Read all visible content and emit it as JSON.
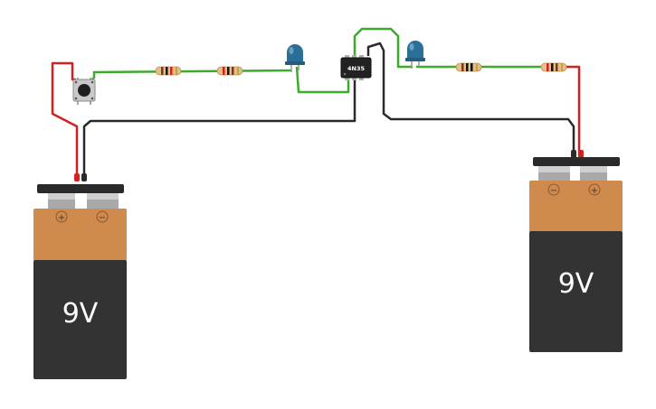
{
  "components": {
    "battery_left": {
      "label": "9V",
      "plus": "+",
      "minus": "−"
    },
    "battery_right": {
      "label": "9V",
      "plus": "+",
      "minus": "−"
    },
    "optocoupler": {
      "label": "4N35"
    }
  },
  "colors": {
    "wire_red": "#d42020",
    "wire_black": "#2a2a2a",
    "wire_green": "#3daa2e",
    "battery_orange": "#cf8a4d",
    "battery_body": "#333333",
    "led_blue": "#2a6f97"
  },
  "icons": [
    "push-button-icon",
    "resistor-icon",
    "led-icon",
    "optocoupler-chip-icon",
    "battery-icon"
  ]
}
